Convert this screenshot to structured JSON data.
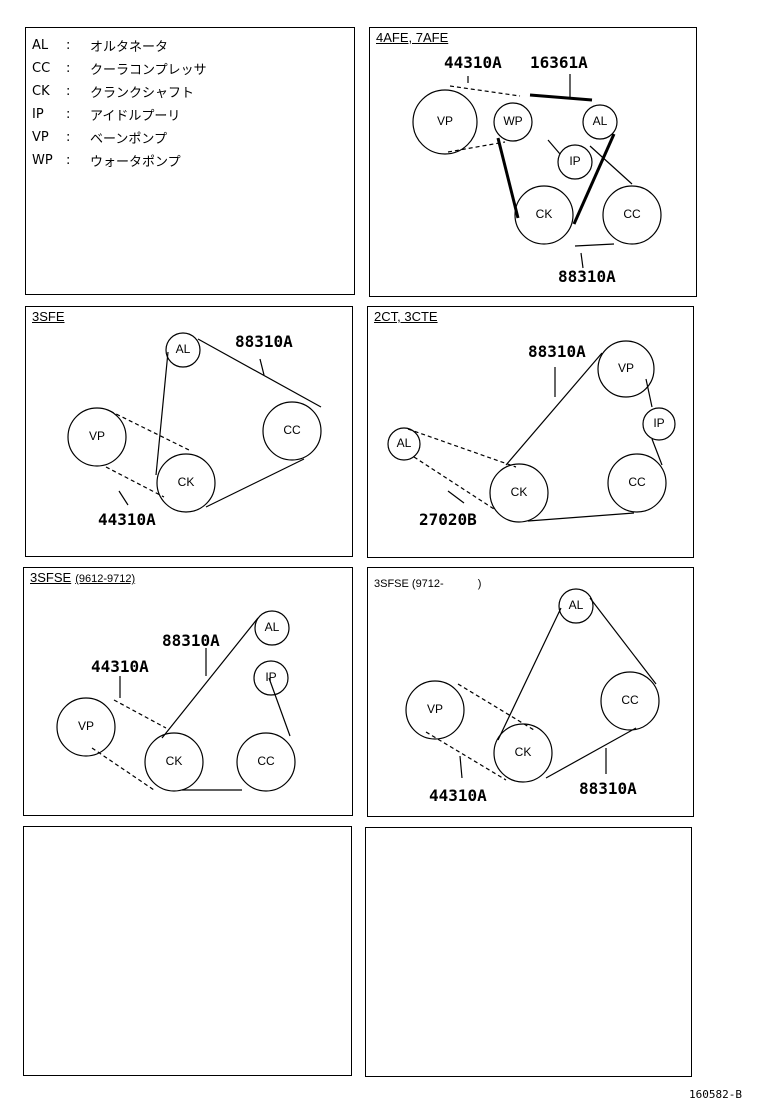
{
  "legend": [
    {
      "code": "AL",
      "colon": ":",
      "desc": "オルタネータ"
    },
    {
      "code": "CC",
      "colon": ":",
      "desc": "クーラコンプレッサ"
    },
    {
      "code": "CK",
      "colon": ":",
      "desc": "クランクシャフト"
    },
    {
      "code": "IP",
      "colon": ":",
      "desc": "アイドルプーリ"
    },
    {
      "code": "VP",
      "colon": ":",
      "desc": "ベーンポンプ"
    },
    {
      "code": "WP",
      "colon": ":",
      "desc": "ウォータポンプ"
    }
  ],
  "panels": {
    "p4afe": {
      "title": "4AFE, 7AFE",
      "pulleys": {
        "vp": "VP",
        "wp": "WP",
        "al": "AL",
        "ip": "IP",
        "ck": "CK",
        "cc": "CC"
      },
      "codes": {
        "a": "44310A",
        "b": "16361A",
        "c": "88310A"
      }
    },
    "p3sfe": {
      "title": "3SFE",
      "pulleys": {
        "al": "AL",
        "vp": "VP",
        "cc": "CC",
        "ck": "CK"
      },
      "codes": {
        "a": "88310A",
        "b": "44310A"
      }
    },
    "p2ct": {
      "title": "2CT, 3CTE",
      "pulleys": {
        "vp": "VP",
        "ip": "IP",
        "al": "AL",
        "cc": "CC",
        "ck": "CK"
      },
      "codes": {
        "a": "88310A",
        "b": "27020B"
      }
    },
    "p3sfse1": {
      "title": "3SFSE",
      "range": "(9612-9712)",
      "pulleys": {
        "al": "AL",
        "ip": "IP",
        "vp": "VP",
        "ck": "CK",
        "cc": "CC"
      },
      "codes": {
        "a": "88310A",
        "b": "44310A"
      }
    },
    "p3sfse2": {
      "title": "3SFSE (9712-",
      "title_end": ")",
      "pulleys": {
        "al": "AL",
        "cc": "CC",
        "vp": "VP",
        "ck": "CK"
      },
      "codes": {
        "a": "44310A",
        "b": "88310A"
      }
    }
  },
  "footer": "160582-B"
}
